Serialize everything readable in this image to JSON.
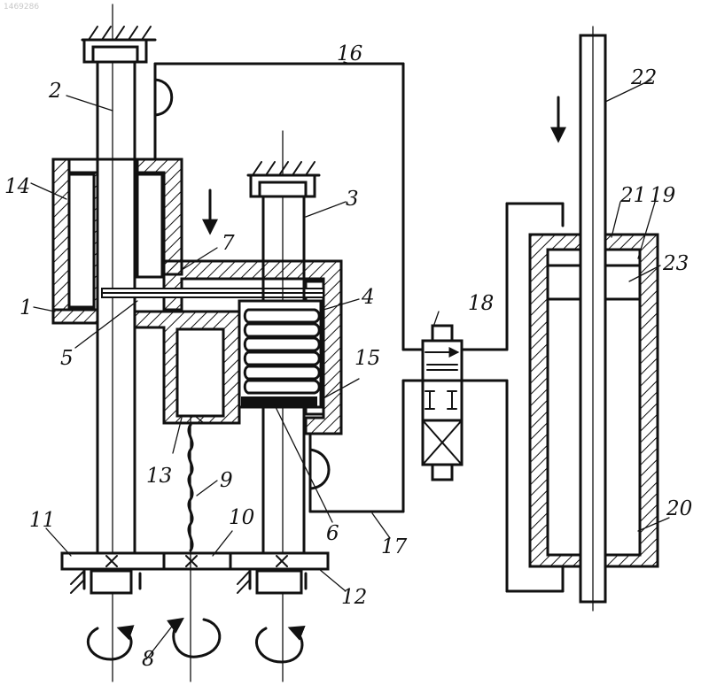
{
  "watermark": "1469286",
  "labels": {
    "l1": "1",
    "l2": "2",
    "l3": "3",
    "l4": "4",
    "l5": "5",
    "l6": "6",
    "l7": "7",
    "l8": "8",
    "l9": "9",
    "l10": "10",
    "l11": "11",
    "l12": "12",
    "l13": "13",
    "l14": "14",
    "l15": "15",
    "l16": "16",
    "l17": "17",
    "l18": "18",
    "l19": "19",
    "l20": "20",
    "l21": "21",
    "l22": "22",
    "l23": "23"
  }
}
